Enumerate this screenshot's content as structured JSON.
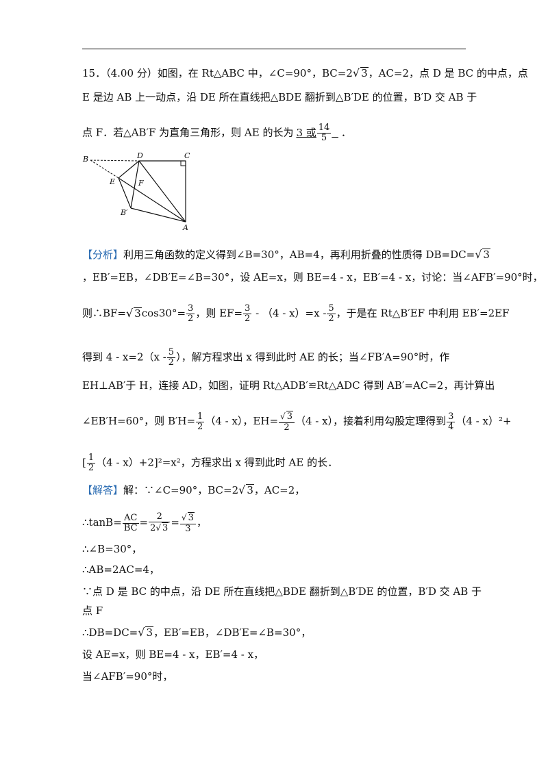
{
  "problem": {
    "number": "15．（4.00 分）",
    "line1_a": "如图，在 Rt△ABC 中，∠C=90°，BC=2",
    "line1_b": "，AC=2，点 D 是 BC 的中点，点",
    "line2": "E 是边 AB 上一动点，沿 DE 所在直线把△BDE 翻折到△B′DE 的位置，B′D 交 AB 于",
    "line3_a": "点 F．若△AB′F 为直角三角形，则 AE 的长为",
    "answer_a": "3 或",
    "answer_frac_n": "14",
    "answer_frac_d": "5",
    "line3_end": "．",
    "sqrt3": "3"
  },
  "figure": {
    "labels": {
      "B": "B",
      "D": "D",
      "C": "C",
      "E": "E",
      "F": "F",
      "Bp": "B′",
      "A": "A"
    }
  },
  "analysis": {
    "tag": "【分析】",
    "l1": "利用三角函数的定义得到∠B=30°，AB=4，再利用折叠的性质得 DB=DC=",
    "l2": "，EB′=EB，∠DB′E=∠B=30°，设 AE=x，则 BE=4 - x，EB′=4 - x，讨论：当∠AFB′=90°时，",
    "l3_a": "则∴BF=",
    "l3_b": "cos30°=",
    "l3_c": "，则 EF=",
    "l3_d": " - （4 - x）=x -",
    "l3_e": "，于是在 Rt△B′EF 中利用 EB′=2EF",
    "f3_2_n": "3",
    "f3_2_d": "2",
    "f5_2_n": "5",
    "f5_2_d": "2",
    "l4_a": "得到 4 - x=2（x -",
    "l4_b": "），解方程求出 x 得到此时 AE 的长；当∠FB′A=90°时，作",
    "l5": "EH⊥AB′于 H，连接 AD，如图，证明 Rt△ADB′≌Rt△ADC 得到 AB′=AC=2，再计算出",
    "l6_a": "∠EB′H=60°，则 B′H=",
    "l6_b": "（4 - x），EH=",
    "l6_c": "（4 - x），接着利用勾股定理得到",
    "l6_d": "（4 - x）²+",
    "f1_2_n": "1",
    "f1_2_d": "2",
    "f3_4_n": "3",
    "f3_4_d": "4",
    "l7_a": "[",
    "l7_b": "（4 - x）+2]²=x²，方程求出 x 得到此时 AE 的长．"
  },
  "solution": {
    "tag": "【解答】",
    "s1_a": "解：∵∠C=90°，BC=2",
    "s1_b": "，AC=2，",
    "s2_a": "∴tanB=",
    "frac_ac": "AC",
    "frac_bc": "BC",
    "frac_2": "2",
    "s2_end": "，",
    "s3": "∴∠B=30°，",
    "s4": "∴AB=2AC=4，",
    "s5": "∵点 D 是 BC 的中点，沿 DE 所在直线把△BDE 翻折到△B′DE 的位置，B′D 交 AB 于",
    "s6": "点 F",
    "s7_a": "∴DB=DC=",
    "s7_b": "，EB′=EB，∠DB′E=∠B=30°，",
    "s8": "设 AE=x，则 BE=4 - x，EB′=4 - x，",
    "s9": "当∠AFB′=90°时，"
  }
}
